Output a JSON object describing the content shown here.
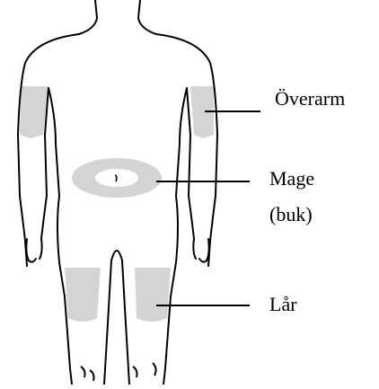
{
  "labels": {
    "overarm": "Överarm",
    "mage": "Mage",
    "buk": "(buk)",
    "lar": "Lår"
  },
  "colors": {
    "outline": "#000000",
    "injection_zone": "#d4d4d4",
    "background": "#ffffff"
  }
}
